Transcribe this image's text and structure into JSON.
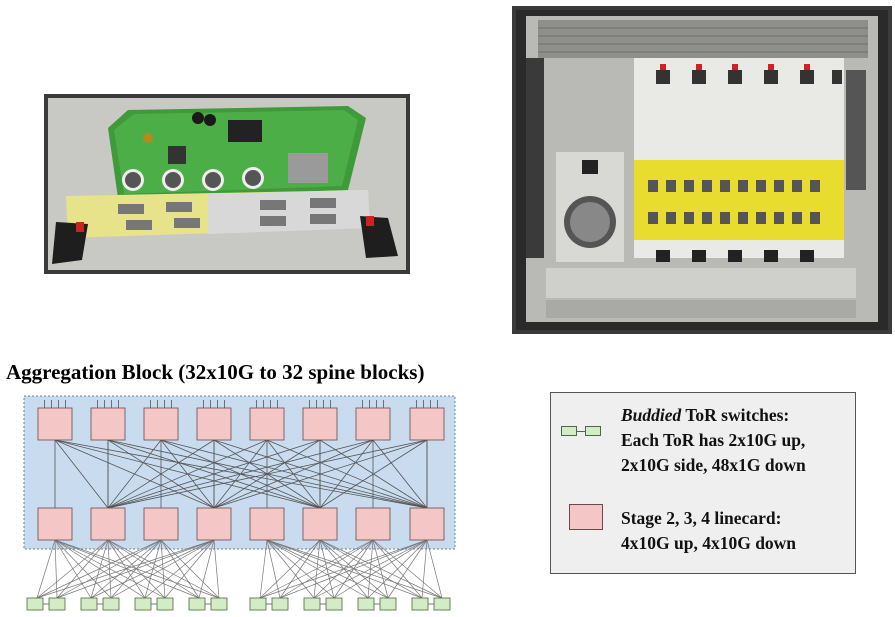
{
  "title": "Aggregation Block (32x10G to 32 spine blocks)",
  "legend": {
    "tor": {
      "italic": "Buddied",
      "line1_rest": " ToR switches:",
      "line2": "Each ToR has 2x10G up,",
      "line3": "2x10G side, 48x1G down"
    },
    "linecard": {
      "line1": "Stage 2, 3, 4 linecard:",
      "line2": "4x10G up, 4x10G down"
    }
  },
  "colors": {
    "block_bg": "#c9dcef",
    "linecard_fill": "#f5c6c6",
    "tor_fill": "#d4ecc6",
    "legend_bg": "#efefef"
  },
  "icons": [
    "linecard-photo",
    "chassis-photo"
  ]
}
